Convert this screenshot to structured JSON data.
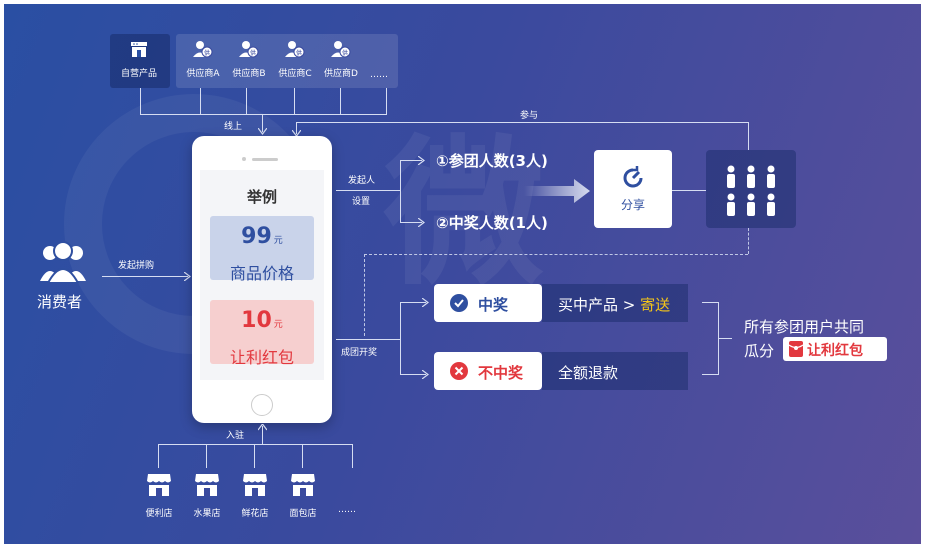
{
  "suppliers": {
    "self_label": "自营产品",
    "items": [
      "供应商A",
      "供应商B",
      "供应商C",
      "供应商D"
    ],
    "more": "……",
    "connector_label": "线上"
  },
  "participate_label": "参与",
  "consumer": {
    "label": "消费者",
    "action": "发起拼购"
  },
  "phone": {
    "title": "举例",
    "price_value": "99",
    "price_unit": "元",
    "price_label": "商品价格",
    "bonus_value": "10",
    "bonus_unit": "元",
    "bonus_label": "让利红包"
  },
  "initiator": {
    "label_line1": "发起人",
    "label_line2": "设置"
  },
  "steps": {
    "step1": "①参团人数(3人)",
    "step2": "②中奖人数(1人)"
  },
  "share": {
    "label": "分享"
  },
  "group_label": "成团开奖",
  "outcomes": {
    "win": {
      "label": "中奖",
      "desc_main": "买中产品 > ",
      "desc_highlight": "寄送"
    },
    "lose": {
      "label": "不中奖",
      "desc": "全额退款"
    }
  },
  "result": {
    "line1": "所有参团用户共同",
    "line2": "瓜分",
    "badge": "让利红包"
  },
  "stores": {
    "connector_label": "入驻",
    "items": [
      "便利店",
      "水果店",
      "鲜花店",
      "面包店"
    ],
    "more": "……"
  },
  "watermark": "微",
  "colors": {
    "background_start": "#2a4fa3",
    "background_end": "#5a4f9b",
    "red": "#e2383e",
    "blue": "#2f5bb7",
    "yellow": "#f5c518"
  }
}
